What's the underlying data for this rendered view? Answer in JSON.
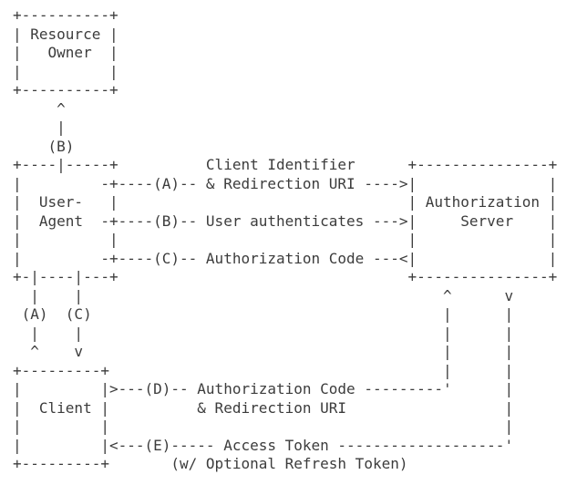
{
  "diagram": {
    "kind": "ascii-flow-diagram",
    "colors": {
      "text": "#3c3c3c",
      "background": "#ffffff"
    },
    "actors": {
      "resource_owner": "Resource Owner",
      "user_agent": "User-Agent",
      "authorization_server": "Authorization Server",
      "client": "Client"
    },
    "flows": [
      {
        "step": "(A)",
        "label": "Client Identifier & Redirection URI"
      },
      {
        "step": "(B)",
        "label": "User authenticates"
      },
      {
        "step": "(C)",
        "label": "Authorization Code"
      },
      {
        "step": "(D)",
        "label": "Authorization Code & Redirection URI"
      },
      {
        "step": "(E)",
        "label": "Access Token (w/ Optional Refresh Token)"
      }
    ],
    "ascii_lines": [
      "+----------+",
      "| Resource |",
      "|   Owner  |",
      "|          |",
      "+----------+",
      "     ^",
      "     |",
      "    (B)",
      "+----|-----+          Client Identifier      +---------------+",
      "|         -+----(A)-- & Redirection URI ---->|               |",
      "|  User-   |                                 | Authorization |",
      "|  Agent  -+----(B)-- User authenticates --->|     Server    |",
      "|          |                                 |               |",
      "|         -+----(C)-- Authorization Code ---<|               |",
      "+-|----|---+                                 +---------------+",
      "  |    |                                         ^      v",
      " (A)  (C)                                        |      |",
      "  |    |                                         |      |",
      "  ^    v                                         |      |",
      "+---------+                                      |      |",
      "|         |>---(D)-- Authorization Code ---------'      |",
      "|  Client |          & Redirection URI                  |",
      "|         |                                             |",
      "|         |<---(E)----- Access Token -------------------'",
      "+---------+       (w/ Optional Refresh Token)"
    ]
  }
}
